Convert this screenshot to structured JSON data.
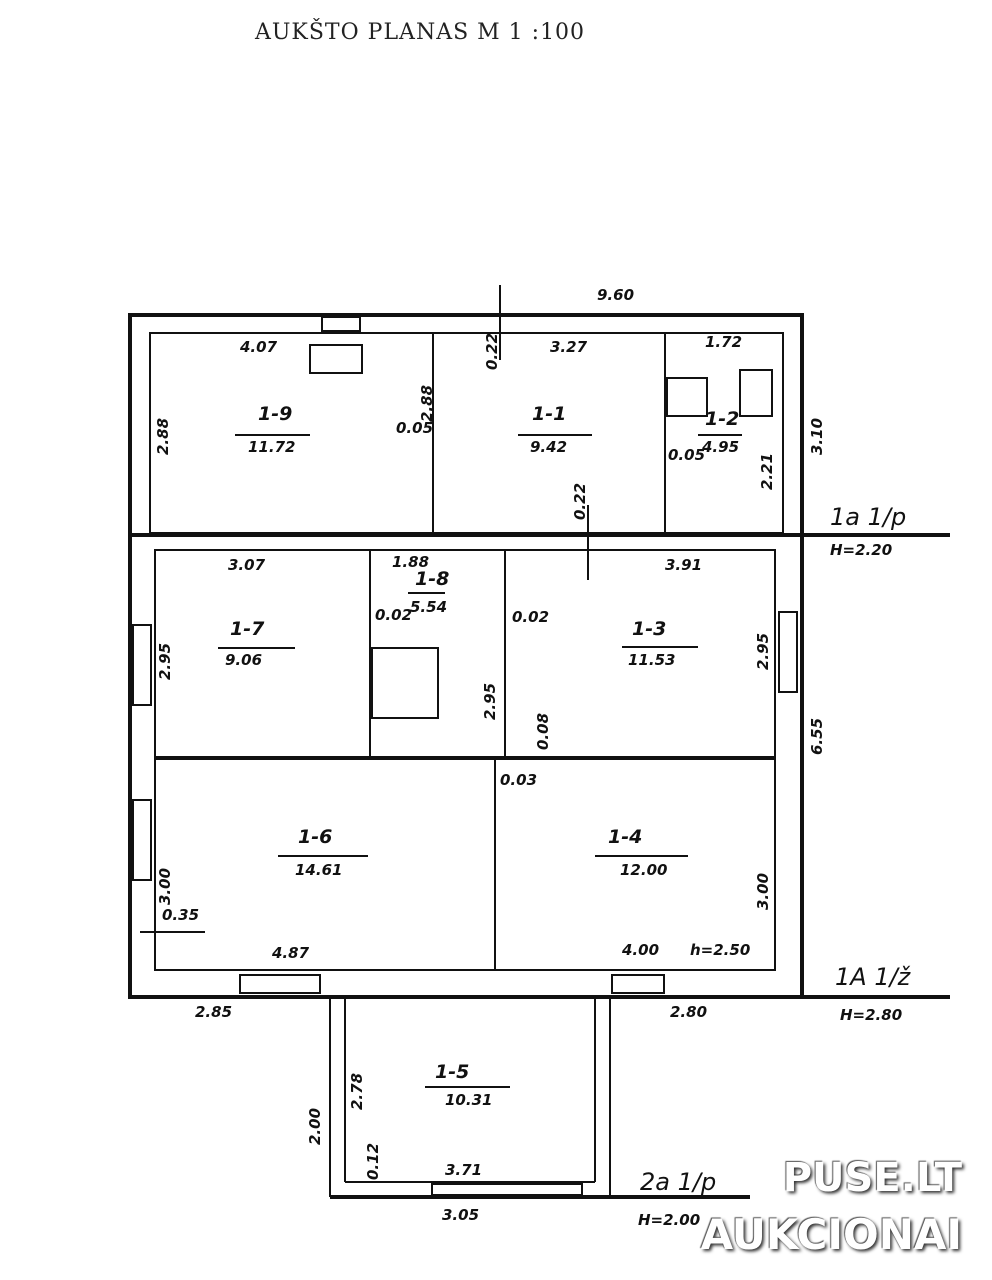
{
  "title": "AUKŠTO PLANAS M 1 :100",
  "rooms": [
    {
      "id": "1-9",
      "area": "11.72"
    },
    {
      "id": "1-1",
      "area": "9.42"
    },
    {
      "id": "1-2",
      "area": "4.95"
    },
    {
      "id": "1-7",
      "area": "9.06"
    },
    {
      "id": "1-8",
      "area": "5.54"
    },
    {
      "id": "1-3",
      "area": "11.53"
    },
    {
      "id": "1-6",
      "area": "14.61"
    },
    {
      "id": "1-4",
      "area": "12.00"
    },
    {
      "id": "1-5",
      "area": "10.31"
    }
  ],
  "dimensions": {
    "overall_width": "9.60",
    "d_4_07": "4.07",
    "d_3_27": "3.27",
    "d_1_72": "1.72",
    "d_0_22a": "0.22",
    "d_2_88a": "2.88",
    "d_2_88b": "2.88",
    "d_0_05a": "0.05",
    "d_0_05b": "0.05",
    "d_2_21": "2.21",
    "d_3_10": "3.10",
    "d_0_22b": "0.22",
    "d_3_07": "3.07",
    "d_1_88": "1.88",
    "d_3_91": "3.91",
    "d_0_02a": "0.02",
    "d_0_02b": "0.02",
    "d_2_95a": "2.95",
    "d_2_95b": "2.95",
    "d_2_95c": "2.95",
    "d_6_55": "6.55",
    "d_0_08": "0.08",
    "d_0_03": "0.03",
    "d_3_00a": "3.00",
    "d_3_00b": "3.00",
    "d_0_35": "0.35",
    "d_4_87": "4.87",
    "d_4_00": "4.00",
    "h_2_50": "h=2.50",
    "d_2_85": "2.85",
    "d_2_80": "2.80",
    "d_2_78": "2.78",
    "d_2_00": "2.00",
    "d_0_12": "0.12",
    "d_3_71": "3.71",
    "d_3_05": "3.05"
  },
  "building_parts": [
    {
      "code": "1a 1/p",
      "height": "H=2.20"
    },
    {
      "code": "1A 1/ž",
      "height": "H=2.80"
    },
    {
      "code": "2a 1/p",
      "height": "H=2.00"
    }
  ],
  "watermark": {
    "line1": "PUSE.LT",
    "line2": "AUKCIONAI"
  }
}
